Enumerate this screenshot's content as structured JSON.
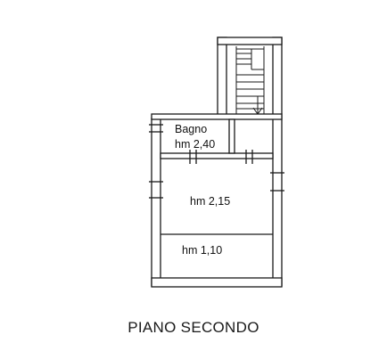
{
  "rooms": {
    "bathroom": {
      "name": "Bagno",
      "height": "hm 2,40"
    },
    "main_room": {
      "height": "hm 2,15"
    },
    "low_room": {
      "height": "hm 1,10"
    }
  },
  "floor_title": "PIANO SECONDO"
}
